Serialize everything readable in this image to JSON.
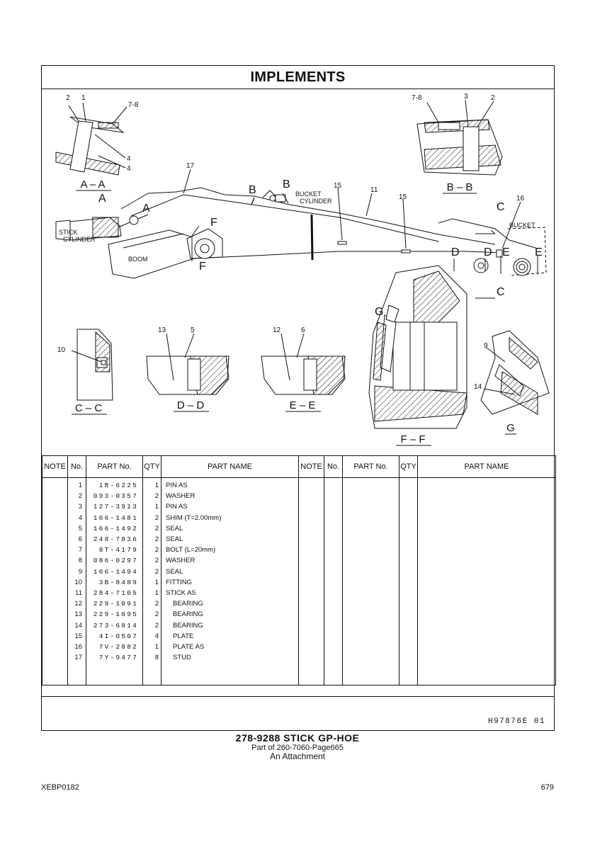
{
  "header": {
    "title": "IMPLEMENTS"
  },
  "diagram": {
    "section_labels": [
      "A – A",
      "B – B",
      "C – C",
      "D – D",
      "E – E",
      "F – F",
      "G"
    ],
    "callouts": [
      "2",
      "1",
      "7-8",
      "4",
      "4",
      "7-8",
      "3",
      "2",
      "17",
      "15",
      "11",
      "15",
      "16",
      "13",
      "5",
      "12",
      "6",
      "10",
      "9",
      "14"
    ],
    "letter_marks": [
      "A",
      "A",
      "B",
      "B",
      "C",
      "C",
      "D",
      "D",
      "E",
      "E",
      "F",
      "F",
      "G"
    ],
    "text_labels": {
      "stick_cylinder": [
        "STICK",
        "CYLINDER"
      ],
      "bucket_cylinder": [
        "BUCKET",
        "CYLINDER"
      ],
      "boom": "BOOM",
      "bucket": "BUCKET"
    }
  },
  "table": {
    "headers": [
      "NOTE",
      "No.",
      "PART No.",
      "QTY",
      "PART NAME",
      "NOTE",
      "No.",
      "PART No.",
      "QTY",
      "PART NAME"
    ],
    "rows": [
      {
        "no": "1",
        "part_no": "1R-6225",
        "qty": "1",
        "name": "PIN AS",
        "sub": false
      },
      {
        "no": "2",
        "part_no": "093-0357",
        "qty": "2",
        "name": "WASHER",
        "sub": false
      },
      {
        "no": "3",
        "part_no": "127-3913",
        "qty": "1",
        "name": "PIN AS",
        "sub": false
      },
      {
        "no": "4",
        "part_no": "166-1481",
        "qty": "2",
        "name": "SHIM (T=2.00mm)",
        "sub": false
      },
      {
        "no": "5",
        "part_no": "166-1492",
        "qty": "2",
        "name": "SEAL",
        "sub": false
      },
      {
        "no": "6",
        "part_no": "248-7836",
        "qty": "2",
        "name": "SEAL",
        "sub": false
      },
      {
        "no": "7",
        "part_no": "8T-4179",
        "qty": "2",
        "name": "BOLT (L=20mm)",
        "sub": false
      },
      {
        "no": "8",
        "part_no": "086-0297",
        "qty": "2",
        "name": "WASHER",
        "sub": false
      },
      {
        "no": "9",
        "part_no": "166-1494",
        "qty": "2",
        "name": "SEAL",
        "sub": false
      },
      {
        "no": "10",
        "part_no": "3B-8489",
        "qty": "1",
        "name": "FITTING",
        "sub": false
      },
      {
        "no": "11",
        "part_no": "284-7105",
        "qty": "1",
        "name": "STICK AS",
        "sub": false
      },
      {
        "no": "12",
        "part_no": "229-1091",
        "qty": "2",
        "name": "BEARING",
        "sub": true
      },
      {
        "no": "13",
        "part_no": "229-1095",
        "qty": "2",
        "name": "BEARING",
        "sub": true
      },
      {
        "no": "14",
        "part_no": "273-6814",
        "qty": "2",
        "name": "BEARING",
        "sub": true
      },
      {
        "no": "15",
        "part_no": "4I-0507",
        "qty": "4",
        "name": "PLATE",
        "sub": true
      },
      {
        "no": "16",
        "part_no": "7V-2882",
        "qty": "1",
        "name": "PLATE AS",
        "sub": true
      },
      {
        "no": "17",
        "part_no": "7Y-9477",
        "qty": "8",
        "name": "STUD",
        "sub": true
      }
    ],
    "reference": "H97876E  01"
  },
  "caption": {
    "title": "278-9288  STICK  GP-HOE",
    "line2": "Part of 260-7060-Page665",
    "line3": "An Attachment"
  },
  "page": {
    "doc_code": "XEBP0182",
    "page_number": "679"
  }
}
